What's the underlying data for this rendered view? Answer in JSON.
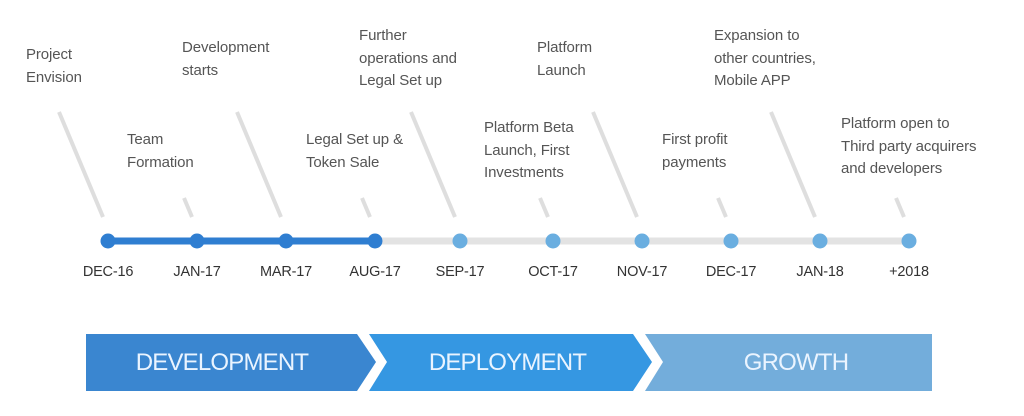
{
  "colors": {
    "completed": "#2f7ed1",
    "upcoming": "#6aaee0",
    "track": "#e3e3e3",
    "connector": "#dedede",
    "phase_development": "#3a86d0",
    "phase_deployment": "#3597e2",
    "phase_growth": "#73addb"
  },
  "milestones": [
    {
      "date": "DEC-16",
      "label": "Project\nEnvision",
      "completed": true
    },
    {
      "date": "JAN-17",
      "label": "Team\nFormation",
      "completed": true
    },
    {
      "date": "MAR-17",
      "label": "Development\nstarts",
      "completed": true
    },
    {
      "date": "AUG-17",
      "label": "Legal Set up &\nToken Sale",
      "completed": true
    },
    {
      "date": "SEP-17",
      "label": "Further\noperations and\nLegal Set up",
      "completed": false
    },
    {
      "date": "OCT-17",
      "label": "Platform Beta\nLaunch, First\nInvestments",
      "completed": false
    },
    {
      "date": "NOV-17",
      "label": "Platform\nLaunch",
      "completed": false
    },
    {
      "date": "DEC-17",
      "label": "First profit\npayments",
      "completed": false
    },
    {
      "date": "JAN-18",
      "label": "Expansion to\nother countries,\nMobile APP",
      "completed": false
    },
    {
      "date": "+2018",
      "label": "Platform open to\nThird party acquirers\nand developers",
      "completed": false
    }
  ],
  "phases": [
    {
      "name": "DEVELOPMENT"
    },
    {
      "name": "DEPLOYMENT"
    },
    {
      "name": "GROWTH"
    }
  ]
}
